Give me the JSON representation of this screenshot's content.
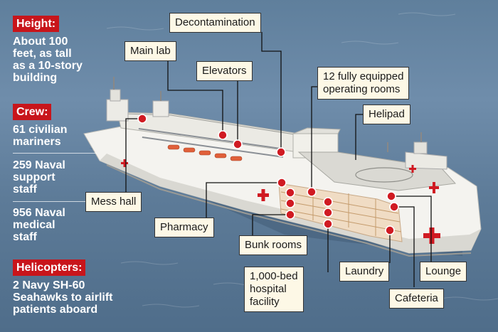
{
  "sidebar": {
    "height": {
      "tag": "Height:",
      "lines": [
        "About 100",
        "feet, as tall",
        "as a 10-story",
        "building"
      ]
    },
    "crew": {
      "tag": "Crew:",
      "groups": [
        [
          "61 civilian",
          "mariners"
        ],
        [
          "259 Naval",
          "support",
          "staff"
        ],
        [
          "956 Naval",
          "medical",
          "staff"
        ]
      ]
    },
    "helicopters": {
      "tag": "Helicopters:",
      "lines": [
        "2 Navy SH-60",
        "Seahawks to airlift",
        "patients aboard"
      ]
    }
  },
  "callouts": {
    "decontamination": [
      "Decontamination"
    ],
    "main_lab": [
      "Main lab"
    ],
    "elevators": [
      "Elevators"
    ],
    "operating_rooms": [
      "12 fully equipped",
      "operating rooms"
    ],
    "helipad": [
      "Helipad"
    ],
    "mess_hall": [
      "Mess hall"
    ],
    "pharmacy": [
      "Pharmacy"
    ],
    "bunk_rooms": [
      "Bunk rooms"
    ],
    "hospital": [
      "1,000-bed",
      "hospital",
      "facility"
    ],
    "laundry": [
      "Laundry"
    ],
    "lounge": [
      "Lounge"
    ],
    "cafeteria": [
      "Cafeteria"
    ]
  },
  "colors": {
    "accent_red": "#c8151b",
    "label_bg": "#fdf8e6",
    "sea": "#5f7f9c",
    "hull": "#f4f3ef"
  }
}
